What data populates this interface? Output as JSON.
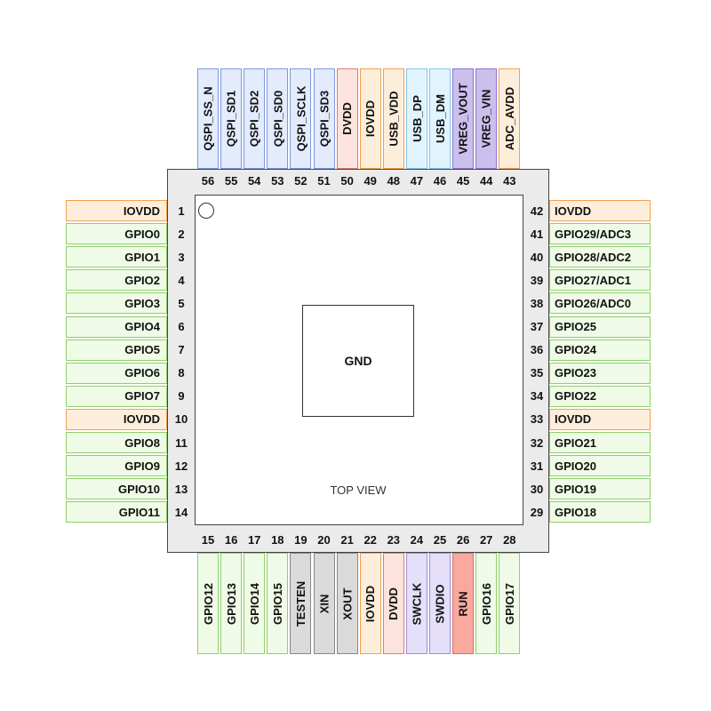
{
  "diagram": {
    "center_label": "GND",
    "view_label": "TOP VIEW"
  },
  "colors": {
    "power": {
      "fill": "#fdeedb",
      "border": "#f0a050"
    },
    "gpio": {
      "fill": "#effbe6",
      "border": "#8fcf6c"
    },
    "qspi": {
      "fill": "#e3ebfd",
      "border": "#7c98d9"
    },
    "dvdd": {
      "fill": "#fde3dd",
      "border": "#e07d6a"
    },
    "usb": {
      "fill": "#e1f3fd",
      "border": "#82c5e8"
    },
    "vreg": {
      "fill": "#cbbfed",
      "border": "#8a74c9"
    },
    "swd": {
      "fill": "#e5dff9",
      "border": "#9d8cd8"
    },
    "test": {
      "fill": "#dadada",
      "border": "#888888"
    },
    "run": {
      "fill": "#f9a99d",
      "border": "#d9705f"
    }
  },
  "pins": {
    "left": [
      {
        "num": "1",
        "name": "IOVDD",
        "group": "power"
      },
      {
        "num": "2",
        "name": "GPIO0",
        "group": "gpio"
      },
      {
        "num": "3",
        "name": "GPIO1",
        "group": "gpio"
      },
      {
        "num": "4",
        "name": "GPIO2",
        "group": "gpio"
      },
      {
        "num": "5",
        "name": "GPIO3",
        "group": "gpio"
      },
      {
        "num": "6",
        "name": "GPIO4",
        "group": "gpio"
      },
      {
        "num": "7",
        "name": "GPIO5",
        "group": "gpio"
      },
      {
        "num": "8",
        "name": "GPIO6",
        "group": "gpio"
      },
      {
        "num": "9",
        "name": "GPIO7",
        "group": "gpio"
      },
      {
        "num": "10",
        "name": "IOVDD",
        "group": "power"
      },
      {
        "num": "11",
        "name": "GPIO8",
        "group": "gpio"
      },
      {
        "num": "12",
        "name": "GPIO9",
        "group": "gpio"
      },
      {
        "num": "13",
        "name": "GPIO10",
        "group": "gpio"
      },
      {
        "num": "14",
        "name": "GPIO11",
        "group": "gpio"
      }
    ],
    "bottom": [
      {
        "num": "15",
        "name": "GPIO12",
        "group": "gpio"
      },
      {
        "num": "16",
        "name": "GPIO13",
        "group": "gpio"
      },
      {
        "num": "17",
        "name": "GPIO14",
        "group": "gpio"
      },
      {
        "num": "18",
        "name": "GPIO15",
        "group": "gpio"
      },
      {
        "num": "19",
        "name": "TESTEN",
        "group": "test"
      },
      {
        "num": "20",
        "name": "XIN",
        "group": "test"
      },
      {
        "num": "21",
        "name": "XOUT",
        "group": "test"
      },
      {
        "num": "22",
        "name": "IOVDD",
        "group": "power"
      },
      {
        "num": "23",
        "name": "DVDD",
        "group": "dvdd"
      },
      {
        "num": "24",
        "name": "SWCLK",
        "group": "swd"
      },
      {
        "num": "25",
        "name": "SWDIO",
        "group": "swd"
      },
      {
        "num": "26",
        "name": "RUN",
        "group": "run"
      },
      {
        "num": "27",
        "name": "GPIO16",
        "group": "gpio"
      },
      {
        "num": "28",
        "name": "GPIO17",
        "group": "gpio"
      }
    ],
    "right": [
      {
        "num": "29",
        "name": "GPIO18",
        "group": "gpio"
      },
      {
        "num": "30",
        "name": "GPIO19",
        "group": "gpio"
      },
      {
        "num": "31",
        "name": "GPIO20",
        "group": "gpio"
      },
      {
        "num": "32",
        "name": "GPIO21",
        "group": "gpio"
      },
      {
        "num": "33",
        "name": "IOVDD",
        "group": "power"
      },
      {
        "num": "34",
        "name": "GPIO22",
        "group": "gpio"
      },
      {
        "num": "35",
        "name": "GPIO23",
        "group": "gpio"
      },
      {
        "num": "36",
        "name": "GPIO24",
        "group": "gpio"
      },
      {
        "num": "37",
        "name": "GPIO25",
        "group": "gpio"
      },
      {
        "num": "38",
        "name": "GPIO26/ADC0",
        "group": "gpio"
      },
      {
        "num": "39",
        "name": "GPIO27/ADC1",
        "group": "gpio"
      },
      {
        "num": "40",
        "name": "GPIO28/ADC2",
        "group": "gpio"
      },
      {
        "num": "41",
        "name": "GPIO29/ADC3",
        "group": "gpio"
      },
      {
        "num": "42",
        "name": "IOVDD",
        "group": "power"
      }
    ],
    "top": [
      {
        "num": "43",
        "name": "ADC_AVDD",
        "group": "power"
      },
      {
        "num": "44",
        "name": "VREG_VIN",
        "group": "vreg"
      },
      {
        "num": "45",
        "name": "VREG_VOUT",
        "group": "vreg"
      },
      {
        "num": "46",
        "name": "USB_DM",
        "group": "usb"
      },
      {
        "num": "47",
        "name": "USB_DP",
        "group": "usb"
      },
      {
        "num": "48",
        "name": "USB_VDD",
        "group": "power"
      },
      {
        "num": "49",
        "name": "IOVDD",
        "group": "power"
      },
      {
        "num": "50",
        "name": "DVDD",
        "group": "dvdd"
      },
      {
        "num": "51",
        "name": "QSPI_SD3",
        "group": "qspi"
      },
      {
        "num": "52",
        "name": "QSPI_SCLK",
        "group": "qspi"
      },
      {
        "num": "53",
        "name": "QSPI_SD0",
        "group": "qspi"
      },
      {
        "num": "54",
        "name": "QSPI_SD2",
        "group": "qspi"
      },
      {
        "num": "55",
        "name": "QSPI_SD1",
        "group": "qspi"
      },
      {
        "num": "56",
        "name": "QSPI_SS_N",
        "group": "qspi"
      }
    ]
  }
}
